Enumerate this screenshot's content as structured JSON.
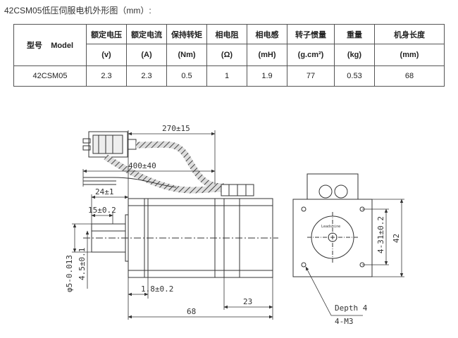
{
  "title": "42CSM05低压伺服电机外形图（mm）:",
  "table": {
    "model_header": "型号",
    "model_header_en": "Model",
    "columns": [
      {
        "name": "额定电压",
        "unit": "(v)"
      },
      {
        "name": "额定电流",
        "unit": "(A)"
      },
      {
        "name": "保持转矩",
        "unit": "(Nm)"
      },
      {
        "name": "相电阻",
        "unit": "(Ω)"
      },
      {
        "name": "相电感",
        "unit": "(mH)"
      },
      {
        "name": "转子惯量",
        "unit": "(g.cm²)"
      },
      {
        "name": "重量",
        "unit": "(kg)"
      },
      {
        "name": "机身长度",
        "unit": "(mm)"
      }
    ],
    "row": {
      "model": "42CSM05",
      "values": [
        "2.3",
        "2.3",
        "0.5",
        "1",
        "1.9",
        "77",
        "0.53",
        "68"
      ]
    }
  },
  "drawing": {
    "dims": {
      "cable_270": "270±15",
      "cable_400": "400±40",
      "d24": "24±1",
      "d15": "15±0.2",
      "d18": "1.8±0.2",
      "d68": "68",
      "d23": "23",
      "shaft_dia": "φ5-0.013",
      "boss_dia": "4.5±0.1",
      "hole_spacing": "4-31±0.2",
      "flange_size": "42"
    },
    "notes": {
      "depth": "Depth 4",
      "thread": "4-M3"
    },
    "label_plate": "Leadshine"
  }
}
